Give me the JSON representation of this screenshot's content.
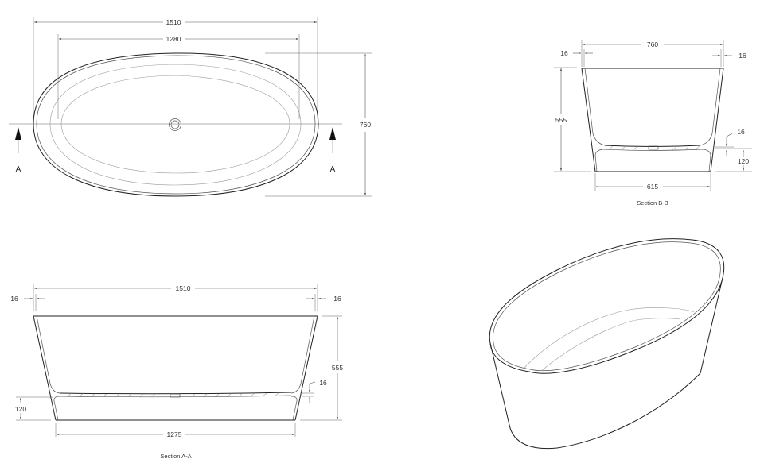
{
  "plan_view": {
    "overall_length": "1510",
    "inner_length": "1280",
    "overall_width": "760",
    "section_marker_left": "A",
    "section_marker_right": "A"
  },
  "section_bb": {
    "title": "Section B-B",
    "top_width": "760",
    "wall_left": "16",
    "wall_right": "16",
    "height": "555",
    "floor_thickness": "16",
    "base_height": "120",
    "base_width": "615"
  },
  "section_aa": {
    "title": "Section A-A",
    "top_length": "1510",
    "wall_left": "16",
    "wall_right": "16",
    "height": "555",
    "floor_thickness": "16",
    "base_height": "120",
    "base_length": "1275"
  },
  "isometric_view": {
    "label": ""
  },
  "colors": {
    "background": "#ffffff",
    "line": "#222222",
    "dimension": "#555555"
  }
}
